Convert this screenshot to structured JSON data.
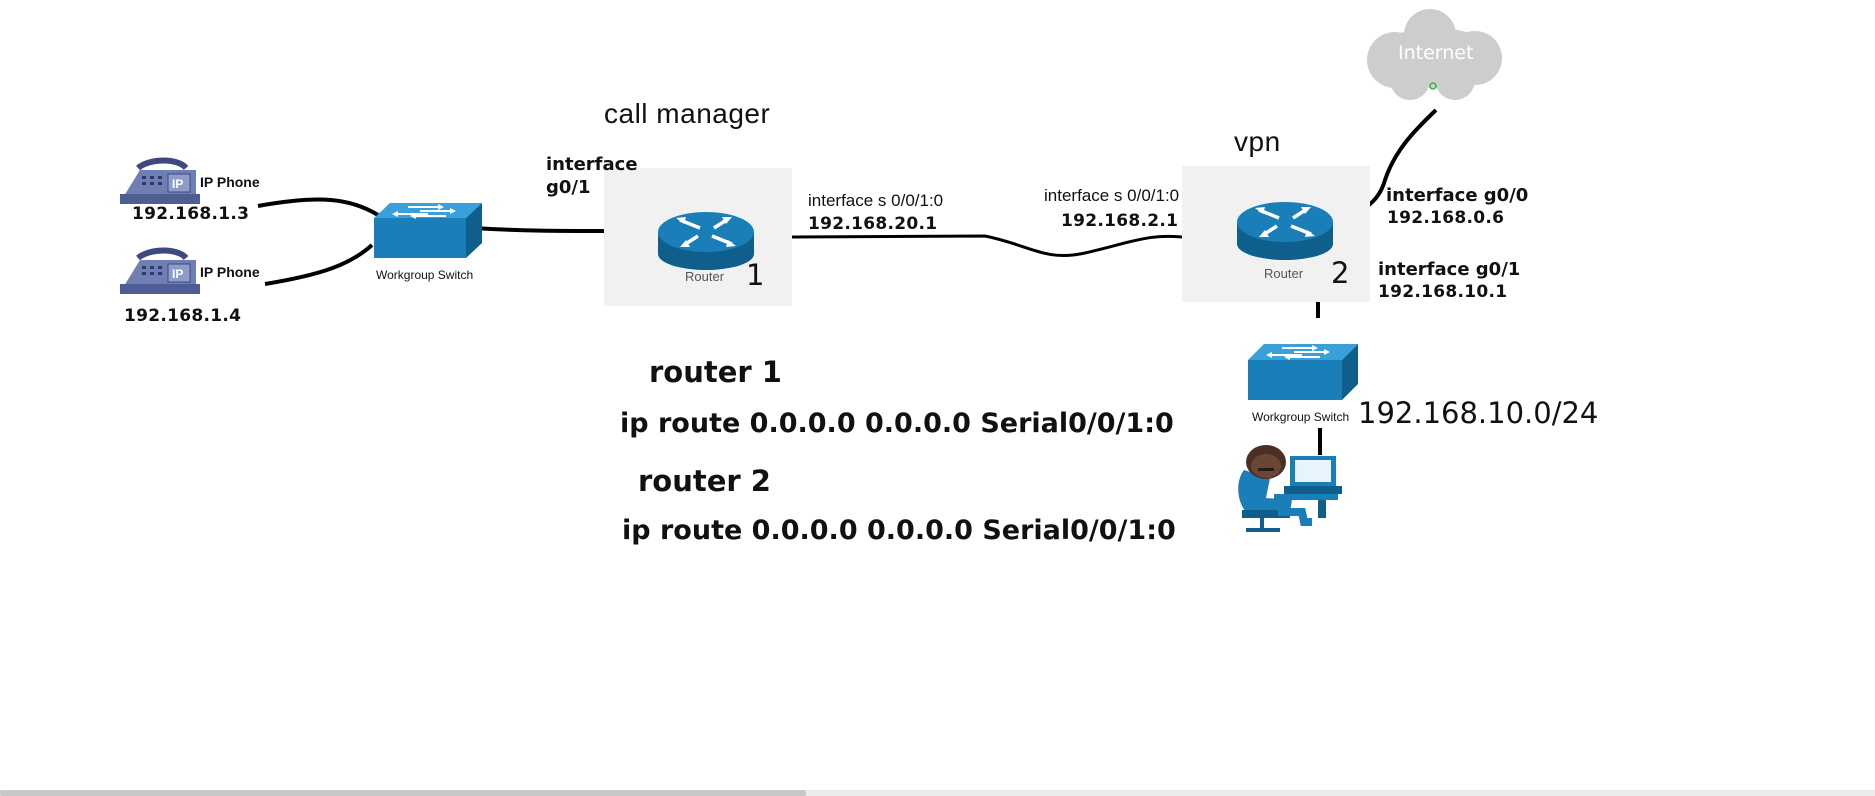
{
  "diagram": {
    "labels": {
      "call_manager": "call manager",
      "vpn": "vpn",
      "r1_iface_g01_line1": "interface",
      "r1_iface_g01_line2": "g0/1",
      "r1_serial_iface": "interface s 0/0/1:0",
      "r1_serial_ip": "192.168.20.1",
      "r2_serial_iface": "interface s 0/0/1:0",
      "r2_serial_ip": "192.168.2.1",
      "r2_g00_iface": "interface g0/0",
      "r2_g00_ip": "192.168.0.6",
      "r2_g01_iface": "interface g0/1",
      "r2_g01_ip": "192.168.10.1",
      "lan_subnet": "192.168.10.0/24"
    },
    "devices": {
      "phone1_label": "IP Phone",
      "phone1_ip": "192.168.1.3",
      "phone2_label": "IP Phone",
      "phone2_ip": "192.168.1.4",
      "phone_badge": "IP",
      "switch1_label": "Workgroup Switch",
      "switch2_label": "Workgroup Switch",
      "router1_label": "Router",
      "router1_number": "1",
      "router2_label": "Router",
      "router2_number": "2",
      "internet_label": "Internet"
    },
    "notes": {
      "router1_title": "router 1",
      "router1_cmd": "ip route 0.0.0.0 0.0.0.0 Serial0/0/1:0",
      "router2_title": "router 2",
      "router2_cmd": "ip route 0.0.0.0 0.0.0.0 Serial0/0/1:0"
    },
    "colors": {
      "device_blue": "#1a7fb8",
      "device_dark": "#0e5f8c",
      "phone_blue": "#6f7fb3",
      "cloud_gray": "#cdcdcd",
      "wire": "#000000"
    }
  }
}
